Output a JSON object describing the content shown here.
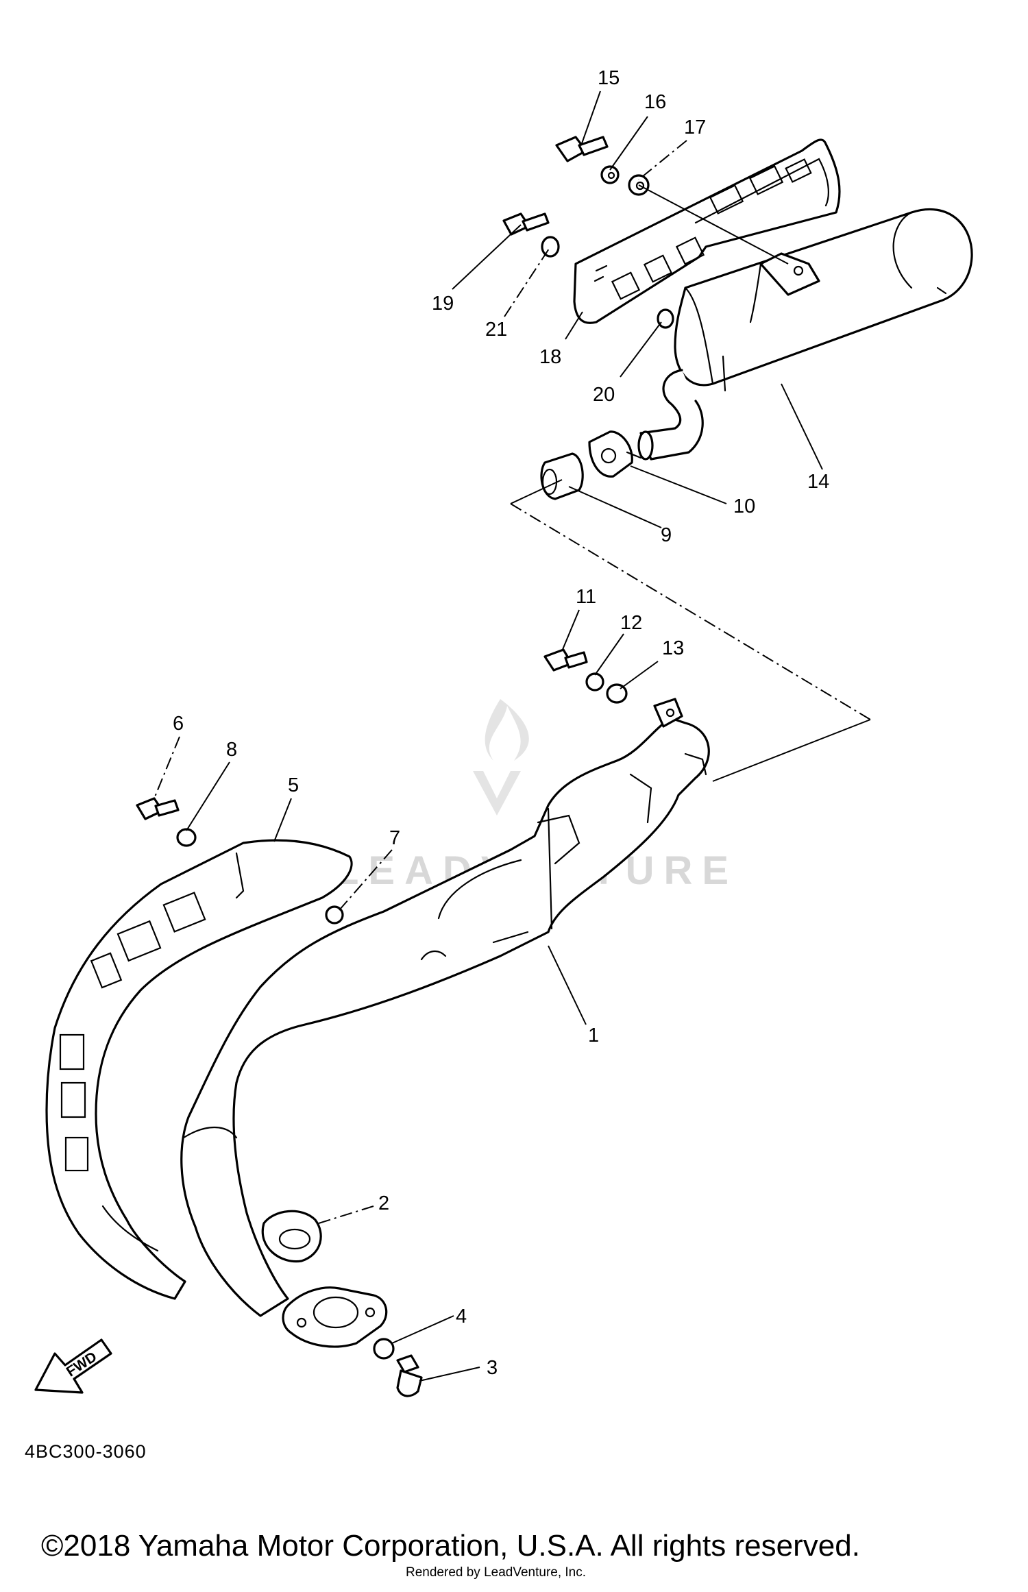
{
  "diagram": {
    "part_numbers": [
      "1",
      "2",
      "3",
      "4",
      "5",
      "6",
      "7",
      "8",
      "9",
      "10",
      "11",
      "12",
      "13",
      "14",
      "15",
      "16",
      "17",
      "18",
      "19",
      "20",
      "21"
    ],
    "direction_label": "FWD",
    "diagram_code": "4BC300-3060",
    "watermark": "LEADVENTURE",
    "copyright": "©2018 Yamaha Motor Corporation, U.S.A. All rights reserved.",
    "rendered_by": "Rendered by LeadVenture, Inc.",
    "colors": {
      "ink": "#000000",
      "paper": "#ffffff",
      "watermark": "#d8d8d8"
    }
  }
}
